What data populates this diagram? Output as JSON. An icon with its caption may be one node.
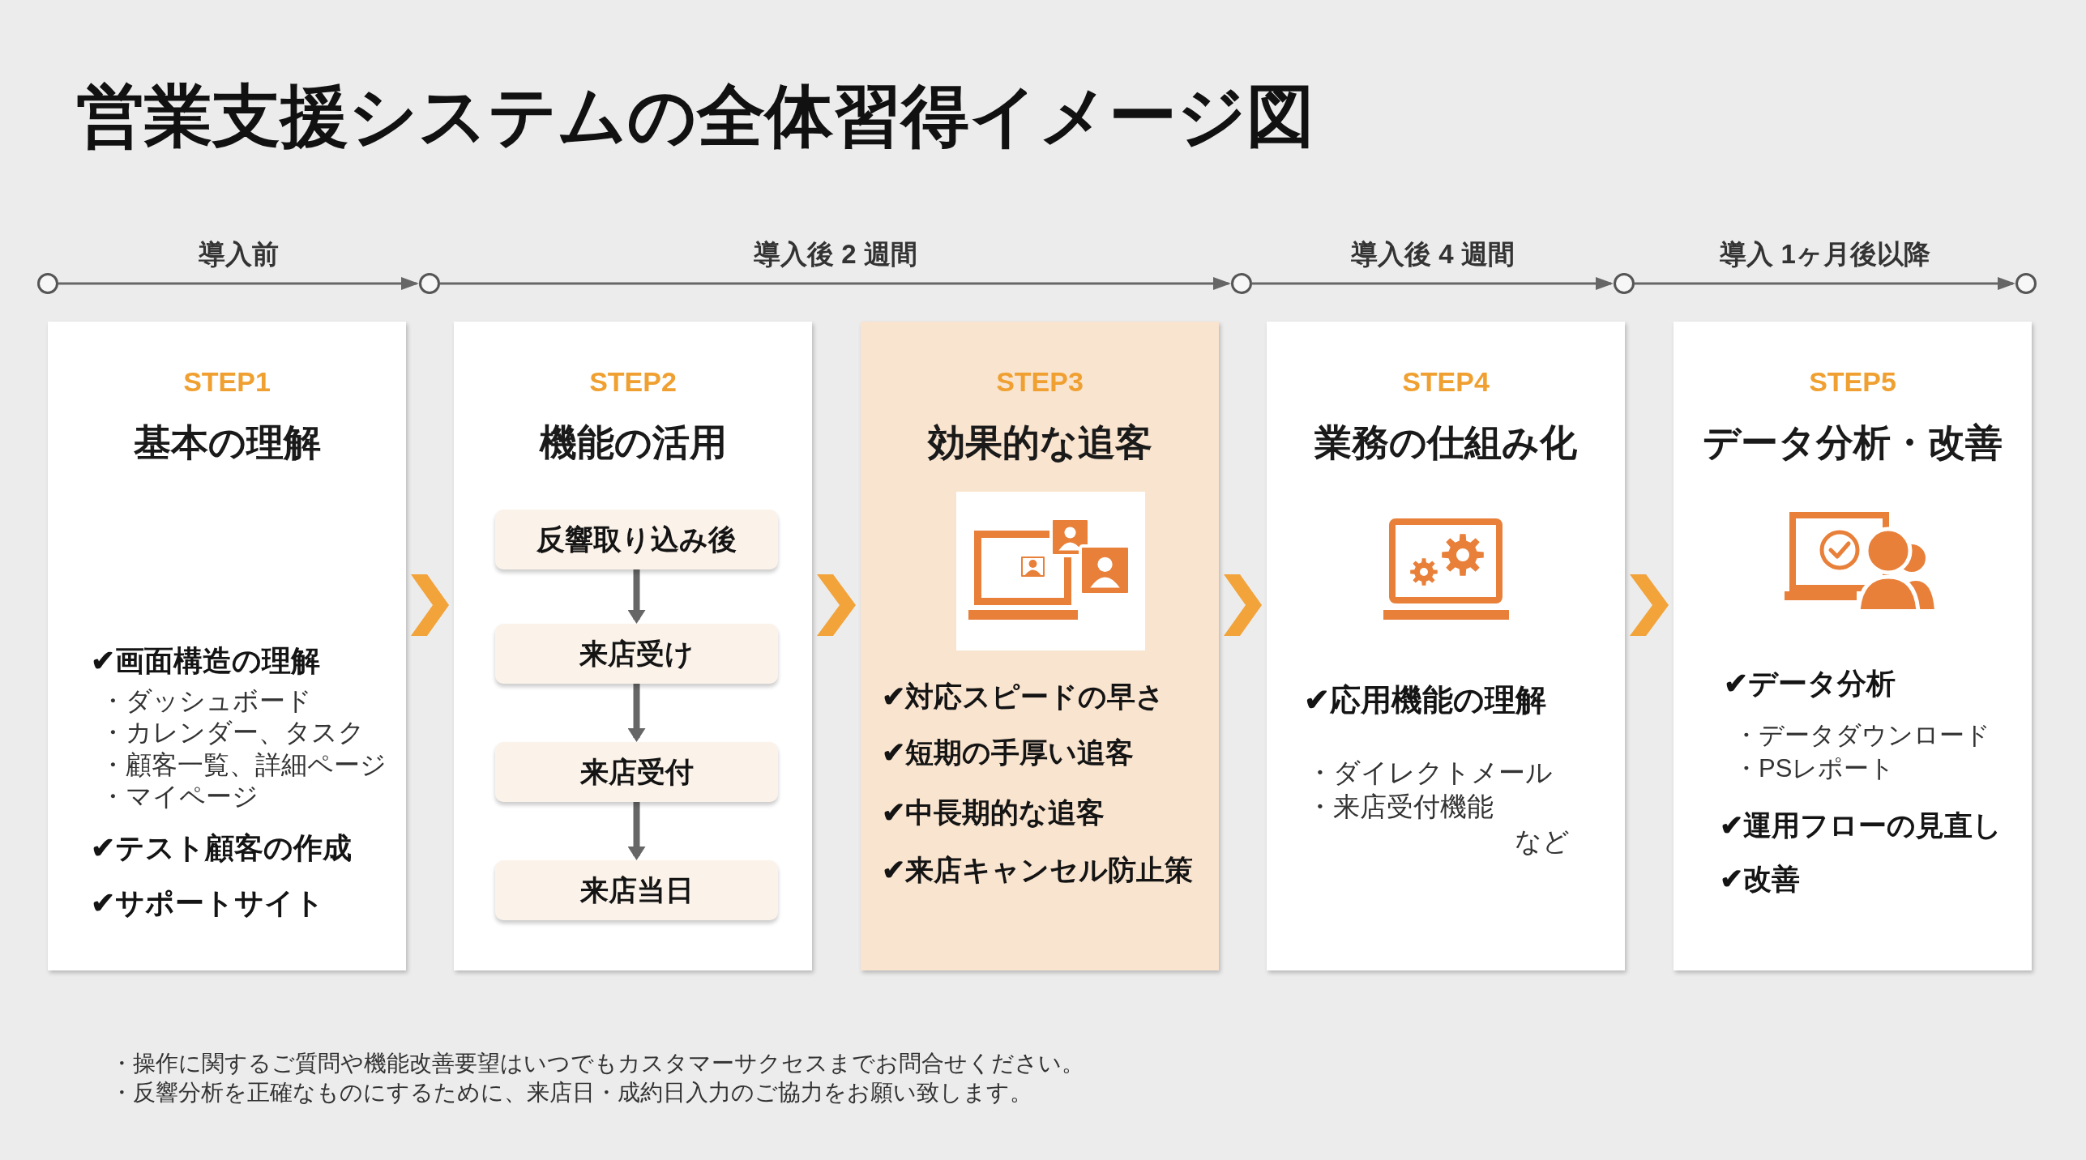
{
  "diagram": {
    "title": "営業支援システムの全体習得イメージ図",
    "nodes": [
      {
        "text": [],
        "shape": "circle"
      },
      {
        "text": [],
        "shape": "circle"
      },
      {
        "text": [],
        "shape": "circle"
      },
      {
        "text": [],
        "shape": "circle"
      },
      {
        "text": [],
        "shape": "circle"
      },
      {
        "text": [
          "STEP1",
          "基本の理解",
          "✔画面構造の理解",
          "・ダッシュボード",
          "・カレンダー、タスク",
          "・顧客一覧、詳細ページ",
          "・マイページ",
          "✔テスト顧客の作成",
          "✔サポートサイト"
        ]
      },
      {
        "text": [
          "STEP2",
          "機能の活用"
        ]
      },
      {
        "text": [
          "反響取り込み後"
        ],
        "in": 6
      },
      {
        "text": [
          "来店受け"
        ],
        "in": 6
      },
      {
        "text": [
          "来店受付"
        ],
        "in": 6
      },
      {
        "text": [
          "来店当日"
        ],
        "in": 6
      },
      {
        "text": [
          "STEP3",
          "効果的な追客",
          "✔対応スピードの早さ",
          "✔短期の手厚い追客",
          "✔中長期的な追客",
          "✔来店キャンセル防止策"
        ]
      },
      {
        "text": [
          "STEP4",
          "業務の仕組み化",
          "✔応用機能の理解",
          "・ダイレクトメール",
          "・来店受付機能",
          "など"
        ]
      },
      {
        "text": [
          "STEP5",
          "データ分析・改善",
          "✔データ分析",
          "・データダウンロード",
          "・PSレポート",
          "✔運用フローの見直し",
          "✔改善"
        ]
      }
    ],
    "edges": [
      {
        "from": 0,
        "to": 1,
        "arrow": "to",
        "label": "導入前"
      },
      {
        "from": 1,
        "to": 2,
        "arrow": "to",
        "label": "導入後 2 週間"
      },
      {
        "from": 2,
        "to": 3,
        "arrow": "to",
        "label": "導入後 4 週間"
      },
      {
        "from": 3,
        "to": 4,
        "arrow": "to",
        "label": "導入 1ヶ月後以降"
      },
      {
        "from": 5,
        "to": 6,
        "arrow": "to",
        "style": "thick",
        "color": "#f2a33a"
      },
      {
        "from": 6,
        "to": 11,
        "arrow": "to",
        "style": "thick",
        "color": "#f2a33a"
      },
      {
        "from": 11,
        "to": 12,
        "arrow": "to",
        "style": "thick",
        "color": "#f2a33a"
      },
      {
        "from": 12,
        "to": 13,
        "arrow": "to",
        "style": "thick",
        "color": "#f2a33a"
      },
      {
        "from": 7,
        "to": 8,
        "arrow": "to",
        "style": "thick"
      },
      {
        "from": 8,
        "to": 9,
        "arrow": "to",
        "style": "thick"
      },
      {
        "from": 9,
        "to": 10,
        "arrow": "to",
        "style": "thick"
      }
    ],
    "labels": [
      "・操作に関するご質問や機能改善要望はいつでもカスタマーサクセスまでお問合せください。",
      "・反響分析を正確なものにするために、来店日・成約日入力のご協力をお願い致します。"
    ]
  }
}
